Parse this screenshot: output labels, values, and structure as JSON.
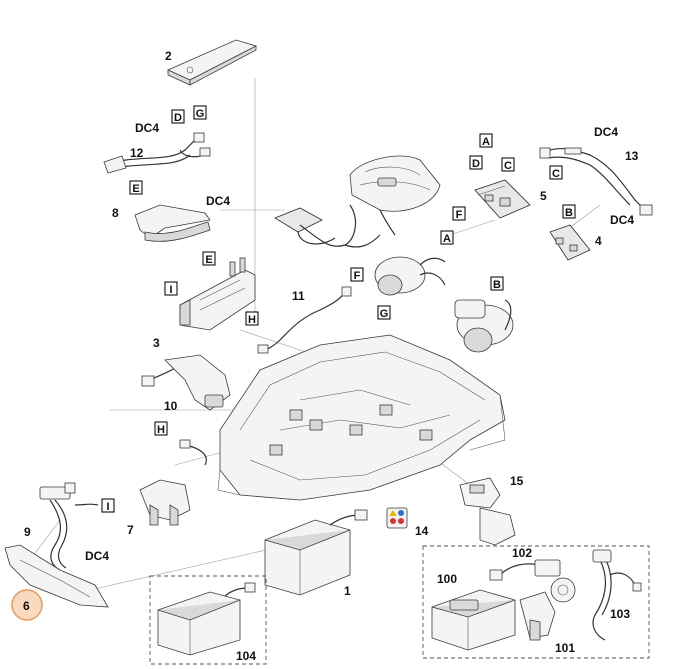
{
  "diagram": {
    "part_numbers": {
      "p1": "1",
      "p2": "2",
      "p3": "3",
      "p4": "4",
      "p5": "5",
      "p6": "6",
      "p7": "7",
      "p8": "8",
      "p9": "9",
      "p10": "10",
      "p11": "11",
      "p12": "12",
      "p13": "13",
      "p14": "14",
      "p15": "15",
      "p100": "100",
      "p101": "101",
      "p102": "102",
      "p103": "103",
      "p104": "104"
    },
    "connector_labels": {
      "dc4_a": "DC4",
      "dc4_b": "DC4",
      "dc4_c": "DC4",
      "dc4_d": "DC4",
      "dc4_e": "DC4",
      "d_top": "D",
      "g_top": "G",
      "e_top": "E",
      "a_board": "A",
      "d_board": "D",
      "c_board": "C",
      "f_board": "F",
      "a_low": "A",
      "c_right": "C",
      "b_right": "B",
      "e_mid": "E",
      "i_mid": "I",
      "h_mid": "H",
      "f_mid": "F",
      "g_mid": "G",
      "b_mid": "B",
      "h_low": "H",
      "i_low": "I"
    },
    "highlight_color": "#f9d9bf",
    "highlighted_part": "6"
  }
}
